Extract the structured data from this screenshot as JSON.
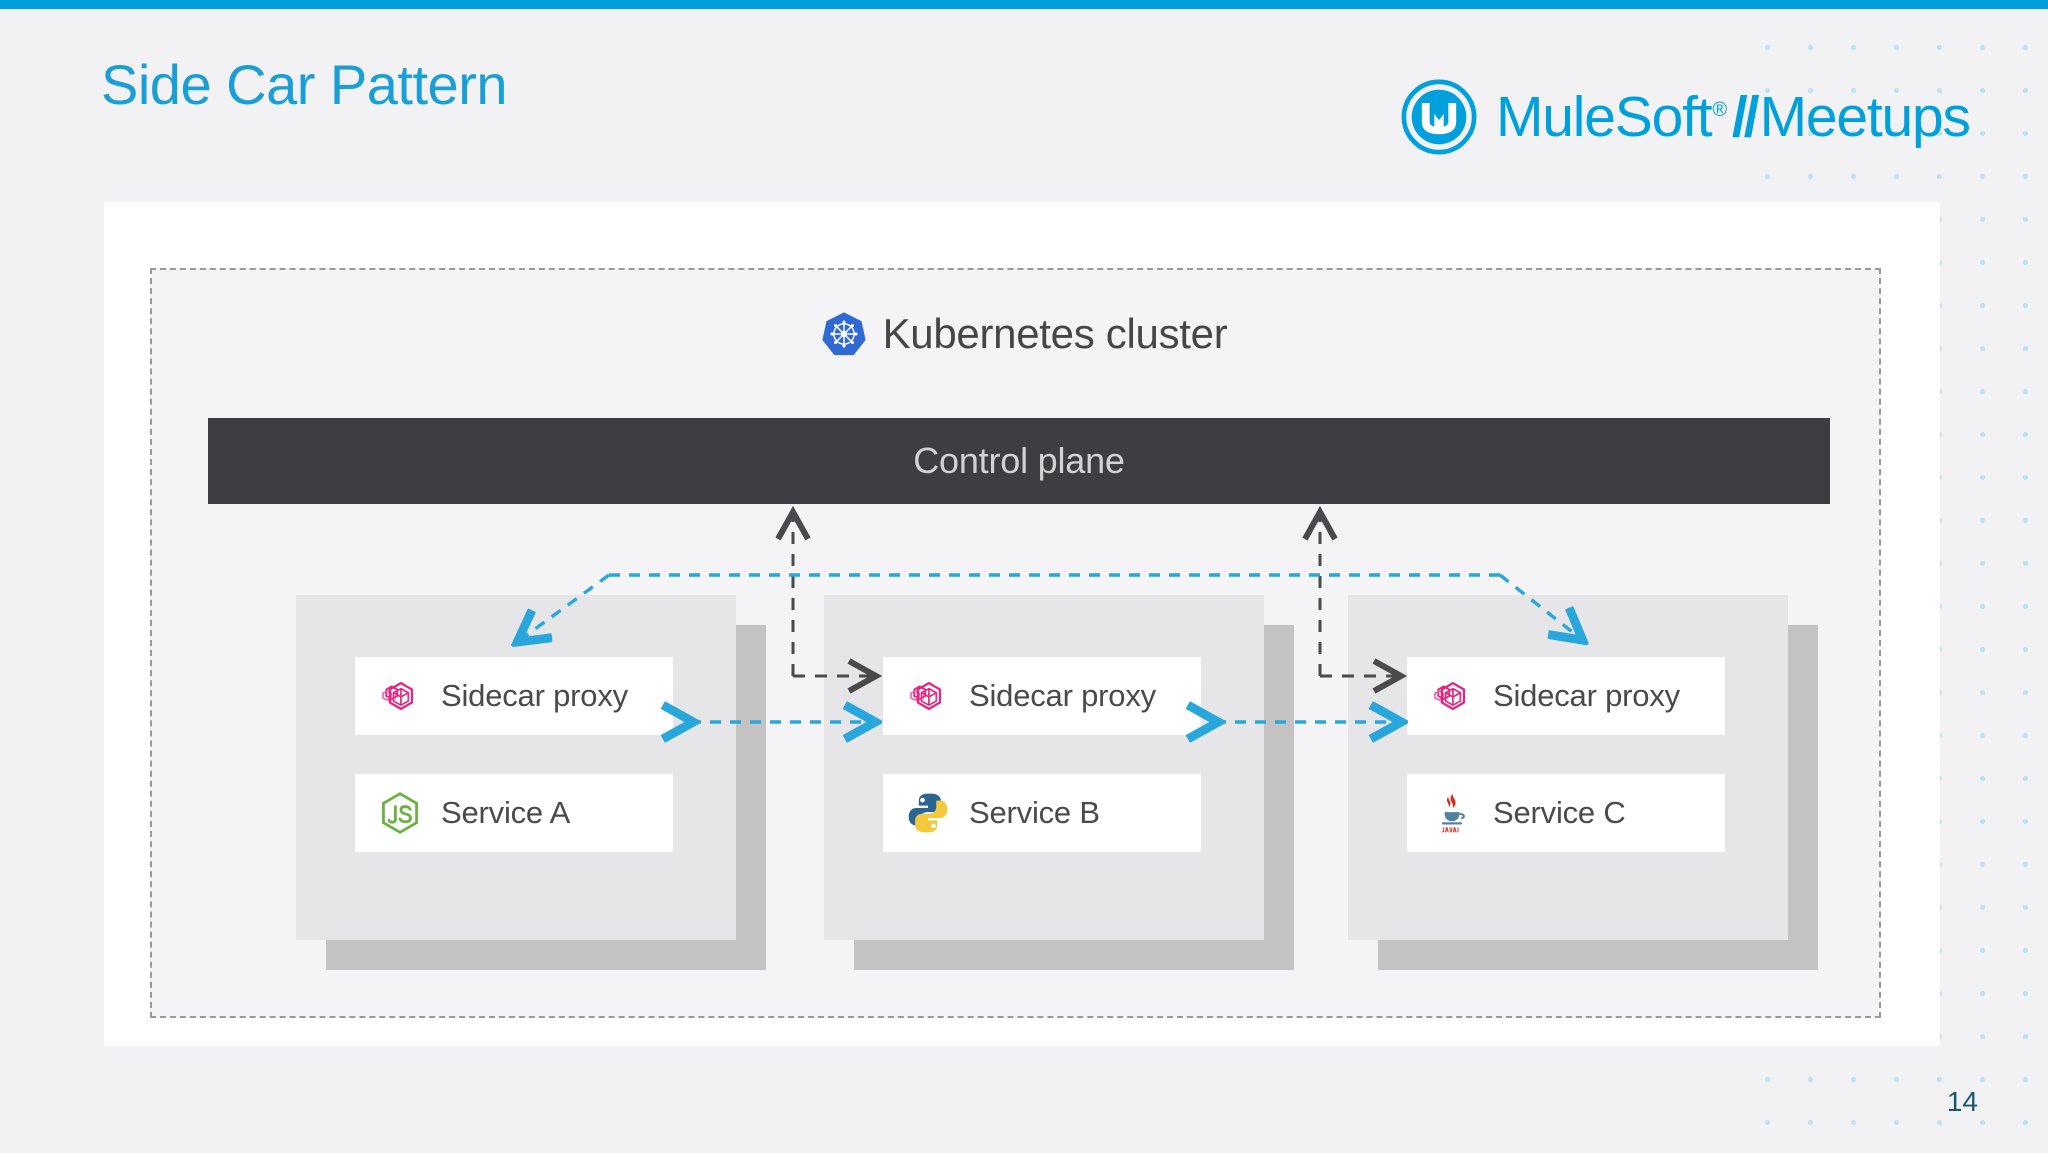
{
  "slide": {
    "title": "Side Car Pattern",
    "page_number": "14",
    "accent_color": "#00a0dd",
    "title_color": "#1a9ed6"
  },
  "brand": {
    "name": "MuleSoft",
    "registered_mark": "®",
    "separator": "//",
    "product": "Meetups",
    "color": "#00a0dd"
  },
  "diagram": {
    "cluster": {
      "icon": "kubernetes-icon",
      "label": "Kubernetes cluster"
    },
    "control_plane": {
      "label": "Control plane",
      "background": "#3e3e42",
      "text_color": "#d2d2d4"
    },
    "pods": [
      {
        "proxy": {
          "icon": "envoy-sidecar-icon",
          "label": "Sidecar proxy",
          "color": "#e5257f"
        },
        "service": {
          "icon": "nodejs-icon",
          "label": "Service A",
          "color": "#69b241"
        }
      },
      {
        "proxy": {
          "icon": "envoy-sidecar-icon",
          "label": "Sidecar proxy",
          "color": "#e5257f"
        },
        "service": {
          "icon": "python-icon",
          "label": "Service B",
          "color": "#2b6591"
        }
      },
      {
        "proxy": {
          "icon": "envoy-sidecar-icon",
          "label": "Sidecar proxy",
          "color": "#e5257f"
        },
        "service": {
          "icon": "java-icon",
          "label": "Service C",
          "color": "#e1251b"
        }
      }
    ],
    "connections": {
      "control_plane_color": "#4a4a4e",
      "data_plane_color": "#29a7dc"
    }
  }
}
